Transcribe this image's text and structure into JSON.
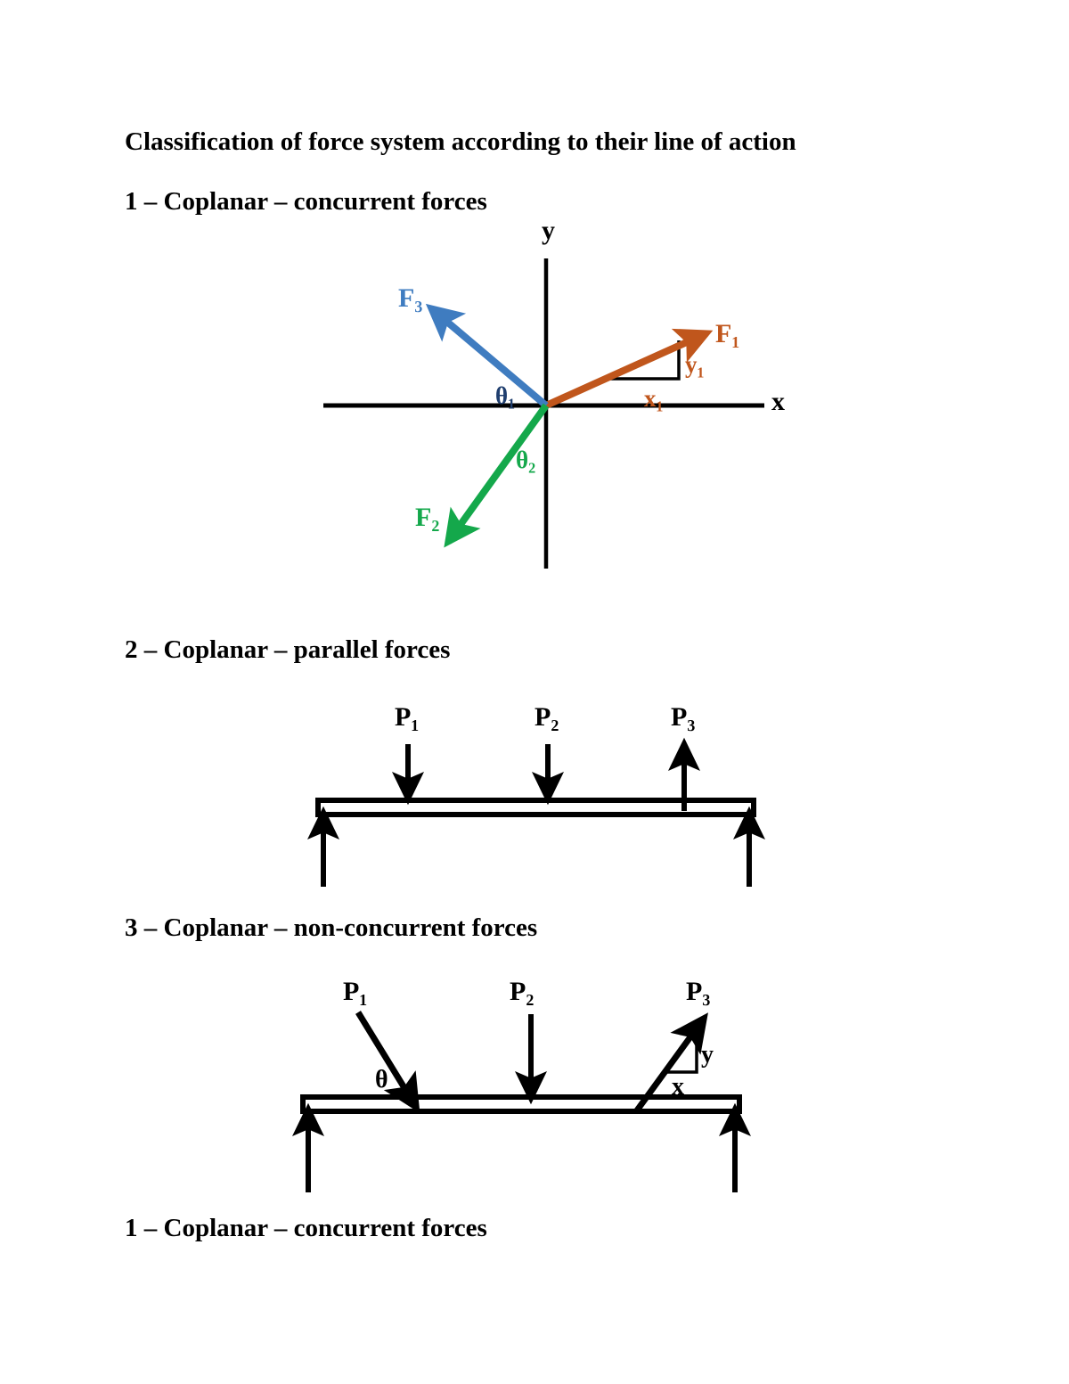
{
  "document": {
    "heading": "Classification of force system according to their line of action",
    "sections": [
      {
        "id": "sec1",
        "title": "1 – Coplanar – concurrent forces"
      },
      {
        "id": "sec2",
        "title": "2 – Coplanar – parallel forces"
      },
      {
        "id": "sec3",
        "title": "3 – Coplanar – non-concurrent forces"
      },
      {
        "id": "sec4",
        "title": "1 – Coplanar – concurrent forces"
      }
    ]
  },
  "figure1": {
    "name": "coplanar-concurrent-force-diagram",
    "axis_labels": {
      "x": "x",
      "y": "y"
    },
    "vectors": [
      {
        "id": "F1",
        "label": "F₁",
        "color": "#C0561C",
        "direction": "up-right",
        "quadrant": 1
      },
      {
        "id": "F2",
        "label": "F₂",
        "color": "#14A84B",
        "direction": "down-left",
        "quadrant": 3
      },
      {
        "id": "F3",
        "label": "F₃",
        "color": "#3F7CC0",
        "direction": "up-left",
        "quadrant": 2
      }
    ],
    "angles": [
      {
        "id": "theta1",
        "label": "θ₁",
        "color": "#1F3E6E"
      },
      {
        "id": "theta2",
        "label": "θ₂",
        "color": "#14A84B"
      }
    ],
    "components": [
      {
        "id": "x1",
        "label": "x₁",
        "color": "#C0561C"
      },
      {
        "id": "y1",
        "label": "y₁",
        "color": "#C0561C"
      }
    ]
  },
  "figure2": {
    "name": "coplanar-parallel-force-beam-diagram",
    "loads": [
      {
        "id": "P1",
        "label": "P₁",
        "direction": "down"
      },
      {
        "id": "P2",
        "label": "P₂",
        "direction": "down"
      },
      {
        "id": "P3",
        "label": "P₃",
        "direction": "up"
      }
    ],
    "supports": [
      {
        "id": "R-left",
        "direction": "up"
      },
      {
        "id": "R-right",
        "direction": "up"
      }
    ]
  },
  "figure3": {
    "name": "coplanar-non-concurrent-force-beam-diagram",
    "loads": [
      {
        "id": "P1",
        "label": "P₁",
        "direction": "inclined-down-right"
      },
      {
        "id": "P2",
        "label": "P₂",
        "direction": "down"
      },
      {
        "id": "P3",
        "label": "P₃",
        "direction": "inclined-up-right"
      }
    ],
    "angles": [
      {
        "id": "theta",
        "label": "θ"
      }
    ],
    "components": [
      {
        "id": "x",
        "label": "x"
      },
      {
        "id": "y",
        "label": "y"
      }
    ],
    "supports": [
      {
        "id": "R-left",
        "direction": "up"
      },
      {
        "id": "R-right",
        "direction": "up"
      }
    ]
  },
  "colors": {
    "orange": "#C0561C",
    "green": "#14A84B",
    "blue": "#3F7CC0",
    "navy": "#1F3E6E",
    "black": "#000000"
  }
}
